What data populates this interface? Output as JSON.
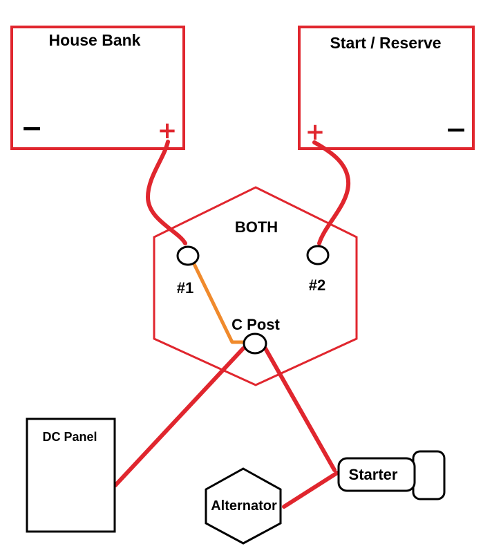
{
  "colors": {
    "battery_border": "#e0262e",
    "positive_sign": "#e0262e",
    "negative_sign": "#000000",
    "red_wire": "#e0262e",
    "orange_wire": "#f08a2c",
    "outline": "#000000"
  },
  "batteries": {
    "house": {
      "label": "House Bank",
      "negative": "−",
      "positive": "+"
    },
    "start": {
      "label": "Start / Reserve",
      "negative": "−",
      "positive": "+"
    }
  },
  "switch": {
    "label_both": "BOTH",
    "post1_label": "#1",
    "post2_label": "#2",
    "common_label": "C Post"
  },
  "loads": {
    "dc_panel": "DC Panel",
    "starter": "Starter",
    "alternator": "Alternator"
  }
}
